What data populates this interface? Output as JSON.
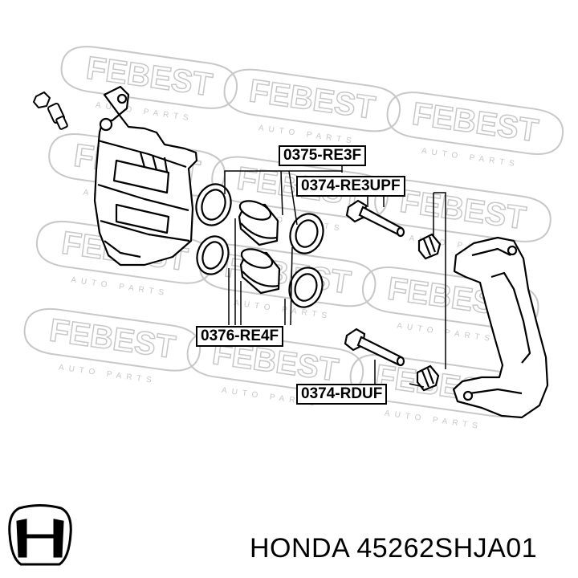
{
  "watermark": {
    "brand": "FEBEST",
    "sub": "AUTO PARTS"
  },
  "labels": {
    "piston_kit": "0375-RE3F",
    "upper_pin_kit": "0374-RE3UPF",
    "seal_kit": "0376-RE4F",
    "lower_pin_kit": "0374-RDUF"
  },
  "footer": {
    "brand_part": "HONDA 45262SHJA01"
  },
  "colors": {
    "line": "#000000",
    "watermark": "#c8c8c8"
  }
}
